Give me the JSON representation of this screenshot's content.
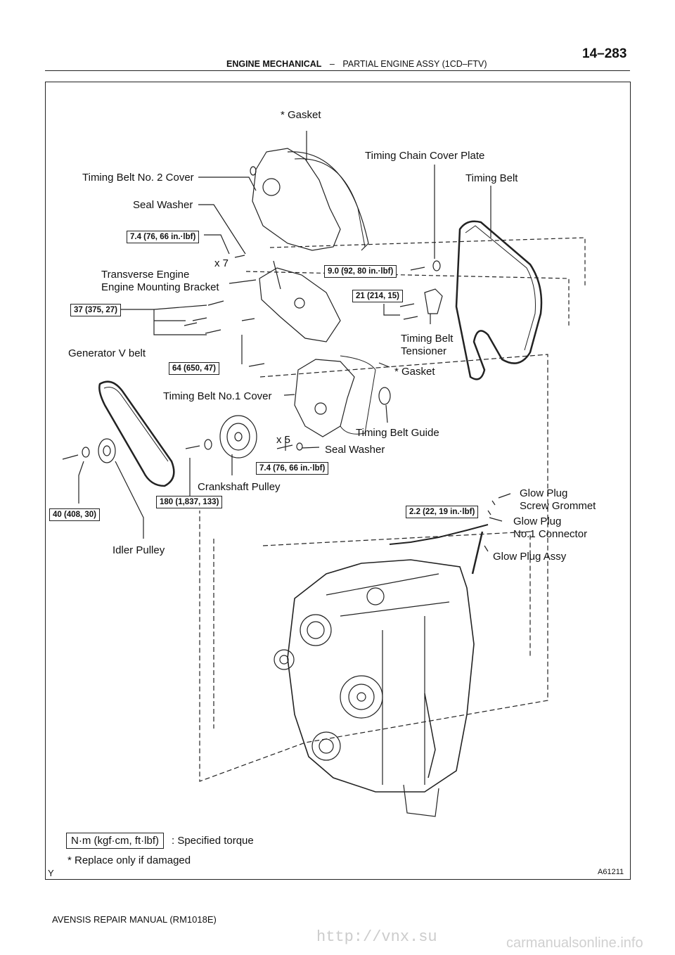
{
  "header": {
    "page_number": "14–283",
    "section": "ENGINE MECHANICAL",
    "separator": "–",
    "subsection": "PARTIAL ENGINE ASSY (1CD–FTV)"
  },
  "labels": {
    "gasket_top": "* Gasket",
    "timing_chain_cover_plate": "Timing Chain Cover Plate",
    "timing_belt_no2_cover": "Timing Belt No. 2 Cover",
    "timing_belt": "Timing Belt",
    "seal_washer_top": "Seal Washer",
    "x7": "x 7",
    "transverse_engine_1": "Transverse Engine",
    "transverse_engine_2": "Engine Mounting Bracket",
    "timing_belt_tensioner_1": "Timing Belt",
    "timing_belt_tensioner_2": "Tensioner",
    "generator_v_belt": "Generator V belt",
    "gasket_mid": "* Gasket",
    "timing_belt_no1_cover": "Timing Belt No.1 Cover",
    "timing_belt_guide": "Timing Belt Guide",
    "x5": "x 5",
    "seal_washer_mid": "Seal Washer",
    "crankshaft_pulley": "Crankshaft Pulley",
    "glow_plug_grommet_1": "Glow Plug",
    "glow_plug_grommet_2": "Screw Grommet",
    "glow_plug_connector_1": "Glow Plug",
    "glow_plug_connector_2": "No.1 Connector",
    "glow_plug_assy": "Glow Plug Assy",
    "idler_pulley": "Idler Pulley"
  },
  "torques": {
    "t1": "7.4 (76, 66 in.·lbf)",
    "t2": "9.0 (92, 80 in.·lbf)",
    "t3": "21 (214, 15)",
    "t4": "37 (375, 27)",
    "t5": "64 (650, 47)",
    "t6": "7.4 (76, 66 in.·lbf)",
    "t7": "180 (1,837, 133)",
    "t8": "40 (408, 30)",
    "t9": "2.2 (22, 19 in.·lbf)"
  },
  "legend": {
    "unit_box": "N·m (kgf·cm, ft·lbf)",
    "unit_text": ": Specified torque",
    "note": "* Replace only if damaged"
  },
  "corner": {
    "y_mark": "Y",
    "code": "A61211"
  },
  "footer": {
    "manual": "AVENSIS REPAIR MANUAL   (RM1018E)"
  },
  "watermark": {
    "url": "http://vnx.su",
    "site": "carmanualsonline.info"
  }
}
